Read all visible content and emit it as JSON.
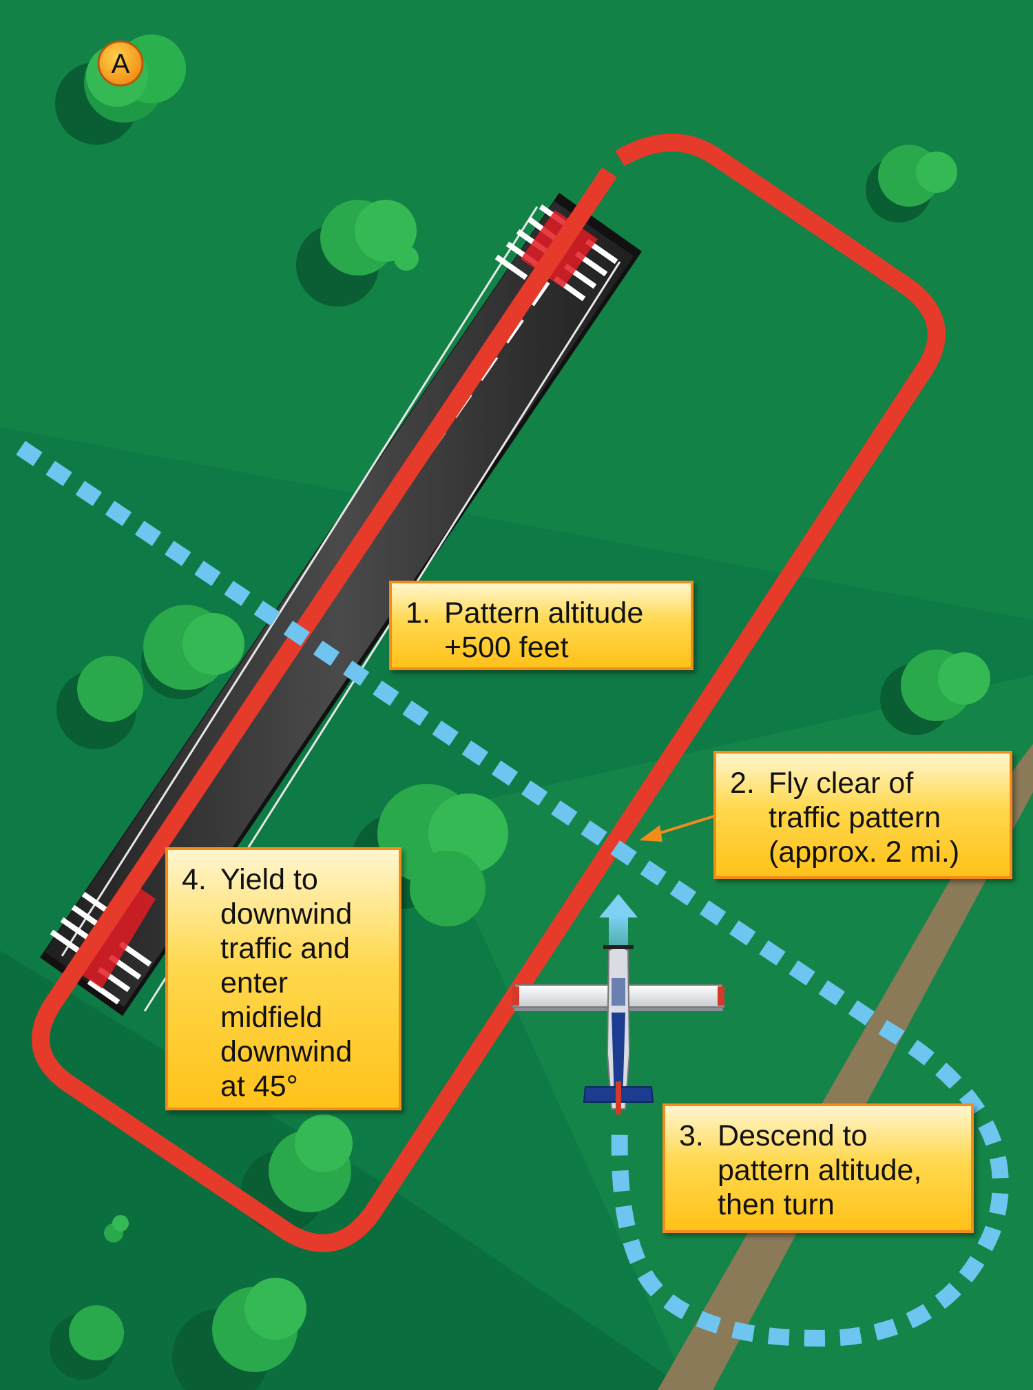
{
  "marker": {
    "label": "A"
  },
  "colors": {
    "grass": "#0e7a45",
    "pattern": "#e63a2a",
    "entry_path": "#6ec6f0",
    "runway": "#3a3a3a",
    "callout_border": "#f28c1a",
    "callout_fill": "#ffc21a",
    "marker_fill": "#f7a21b"
  },
  "callouts": [
    {
      "number": "1.",
      "lines": [
        "Pattern altitude",
        "+500 feet"
      ]
    },
    {
      "number": "2.",
      "lines": [
        "Fly clear of",
        "traffic pattern",
        "(approx. 2 mi.)"
      ]
    },
    {
      "number": "3.",
      "lines": [
        "Descend to",
        "pattern altitude,",
        "then turn"
      ]
    },
    {
      "number": "4.",
      "lines": [
        "Yield to",
        "downwind",
        "traffic and",
        "enter",
        "midfield",
        "downwind",
        "at 45°"
      ]
    }
  ]
}
